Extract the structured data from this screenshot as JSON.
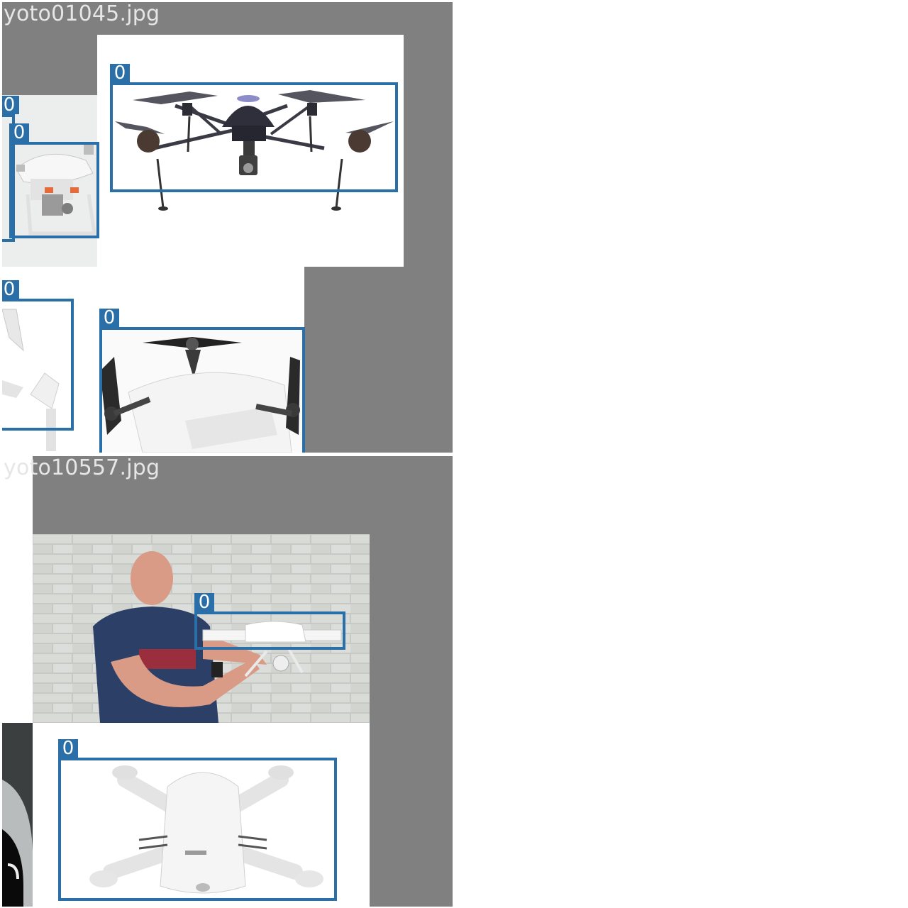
{
  "colors": {
    "mosaic_background": "#808080",
    "box": "#2a6fa8",
    "caption": "#e6e6e6",
    "label_text": "#ffffff"
  },
  "tiles": [
    {
      "caption": "yoto01045.jpg",
      "detections": [
        {
          "label": "0"
        },
        {
          "label": "0"
        },
        {
          "label": "0"
        },
        {
          "label": "0"
        },
        {
          "label": "0"
        }
      ]
    },
    {
      "caption": "yoto10557.jpg",
      "detections": [
        {
          "label": "0"
        },
        {
          "label": "0"
        }
      ]
    }
  ]
}
